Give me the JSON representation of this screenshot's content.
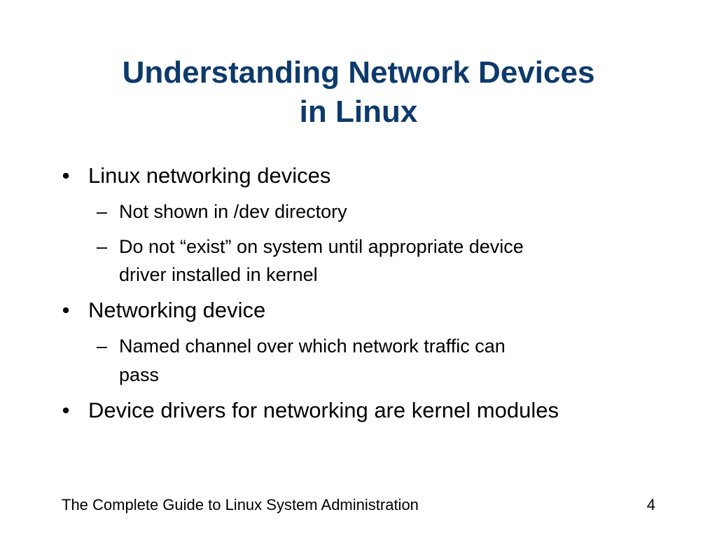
{
  "slide": {
    "title_line1": "Understanding Network Devices",
    "title_line2": "in Linux",
    "bullet_marker": "•",
    "sub_marker": "–",
    "bullets": [
      {
        "text": "Linux networking devices",
        "subs": [
          "Not shown in /dev directory",
          "Do not “exist” on system until appropriate device",
          "driver installed in kernel"
        ]
      },
      {
        "text": "Networking device",
        "subs": [
          "Named channel over which network traffic can",
          "pass"
        ]
      },
      {
        "text": "Device drivers for networking are kernel modules",
        "subs": []
      }
    ],
    "footer_text": "The Complete Guide to Linux System Administration",
    "page_number": "4"
  },
  "colors": {
    "title": "#0d3a6b",
    "text": "#000000",
    "background": "#ffffff"
  }
}
